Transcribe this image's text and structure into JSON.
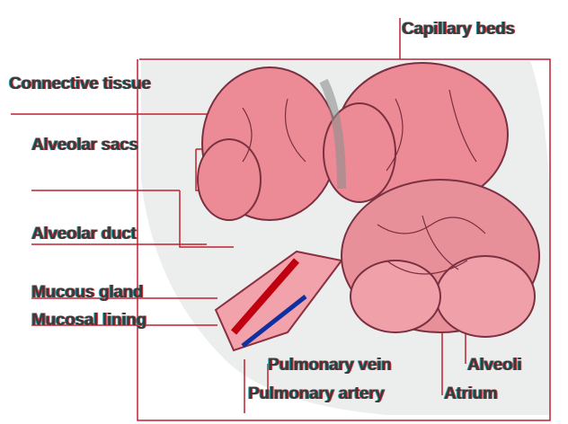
{
  "labels": {
    "capillary_beds": "Capillary beds",
    "connective_tissue": "Connective tissue",
    "alveolar_sacs": "Alveolar sacs",
    "alveolar_duct": "Alveolar duct",
    "mucous_gland": "Mucous gland",
    "mucosal_lining": "Mucosal lining",
    "pulmonary_vein": "Pulmonary vein",
    "pulmonary_artery": "Pulmonary artery",
    "alveoli": "Alveoli",
    "atrium": "Atrium"
  },
  "colors": {
    "alveolus": "#ec8a95",
    "alveolus_dark": "#d86a78",
    "background_region": "#eceeed",
    "artery": "#c00010",
    "vein": "#1030a0",
    "leader_line": "#c02030"
  }
}
